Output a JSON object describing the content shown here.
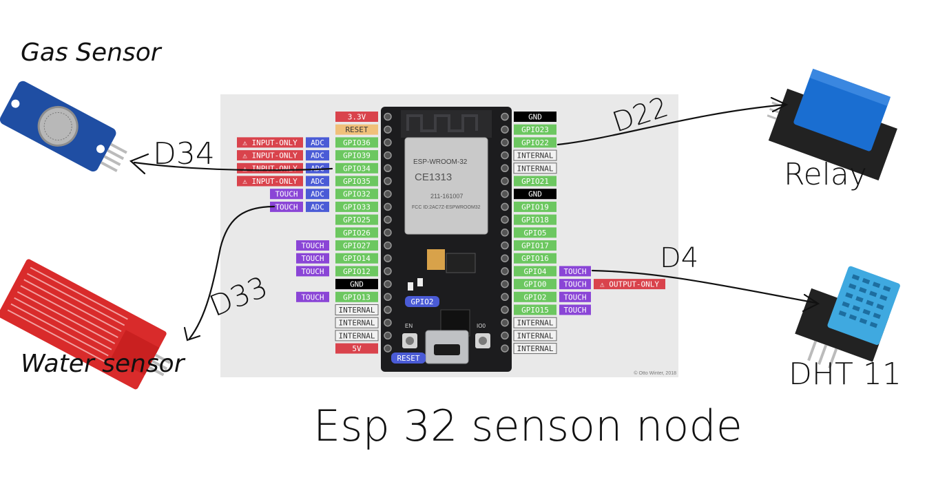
{
  "title": "Esp 32 senson node",
  "credit": "© Otto Winter, 2018",
  "module": {
    "label1": "ESP-WROOM-32",
    "label2": "CE1313",
    "label3": "211-161007",
    "label4": "FCC ID:2AC7Z-ESPWROOM32",
    "btn_gpio2": "GPIO2",
    "btn_reset": "RESET",
    "en_label": "EN",
    "boot_label": "IO0"
  },
  "left_pins": [
    {
      "name": "3.3V",
      "kind": "power",
      "tags": []
    },
    {
      "name": "RESET",
      "kind": "reset",
      "tags": []
    },
    {
      "name": "GPIO36",
      "kind": "gpio",
      "tags": [
        "INPUT-ONLY",
        "ADC"
      ]
    },
    {
      "name": "GPIO39",
      "kind": "gpio",
      "tags": [
        "INPUT-ONLY",
        "ADC"
      ]
    },
    {
      "name": "GPIO34",
      "kind": "gpio",
      "tags": [
        "INPUT-ONLY",
        "ADC"
      ]
    },
    {
      "name": "GPIO35",
      "kind": "gpio",
      "tags": [
        "INPUT-ONLY",
        "ADC"
      ]
    },
    {
      "name": "GPIO32",
      "kind": "gpio",
      "tags": [
        "TOUCH",
        "ADC"
      ]
    },
    {
      "name": "GPIO33",
      "kind": "gpio",
      "tags": [
        "TOUCH",
        "ADC"
      ]
    },
    {
      "name": "GPIO25",
      "kind": "gpio",
      "tags": []
    },
    {
      "name": "GPIO26",
      "kind": "gpio",
      "tags": []
    },
    {
      "name": "GPIO27",
      "kind": "gpio",
      "tags": [
        "TOUCH"
      ]
    },
    {
      "name": "GPIO14",
      "kind": "gpio",
      "tags": [
        "TOUCH"
      ]
    },
    {
      "name": "GPIO12",
      "kind": "gpio",
      "tags": [
        "TOUCH"
      ]
    },
    {
      "name": "GND",
      "kind": "gnd",
      "tags": []
    },
    {
      "name": "GPIO13",
      "kind": "gpio",
      "tags": [
        "TOUCH"
      ]
    },
    {
      "name": "INTERNAL",
      "kind": "internal",
      "tags": []
    },
    {
      "name": "INTERNAL",
      "kind": "internal",
      "tags": []
    },
    {
      "name": "INTERNAL",
      "kind": "internal",
      "tags": []
    },
    {
      "name": "5V",
      "kind": "power",
      "tags": []
    }
  ],
  "right_pins": [
    {
      "name": "GND",
      "kind": "gnd",
      "tags": []
    },
    {
      "name": "GPIO23",
      "kind": "gpio",
      "tags": []
    },
    {
      "name": "GPIO22",
      "kind": "gpio",
      "tags": []
    },
    {
      "name": "INTERNAL",
      "kind": "internal",
      "tags": []
    },
    {
      "name": "INTERNAL",
      "kind": "internal",
      "tags": []
    },
    {
      "name": "GPIO21",
      "kind": "gpio",
      "tags": []
    },
    {
      "name": "GND",
      "kind": "gnd",
      "tags": []
    },
    {
      "name": "GPIO19",
      "kind": "gpio",
      "tags": []
    },
    {
      "name": "GPIO18",
      "kind": "gpio",
      "tags": []
    },
    {
      "name": "GPIO5",
      "kind": "gpio",
      "tags": []
    },
    {
      "name": "GPIO17",
      "kind": "gpio",
      "tags": []
    },
    {
      "name": "GPIO16",
      "kind": "gpio",
      "tags": []
    },
    {
      "name": "GPIO4",
      "kind": "gpio",
      "tags": [
        "TOUCH"
      ]
    },
    {
      "name": "GPIO0",
      "kind": "gpio",
      "tags": [
        "TOUCH",
        "OUTPUT-ONLY"
      ]
    },
    {
      "name": "GPIO2",
      "kind": "gpio",
      "tags": [
        "TOUCH"
      ]
    },
    {
      "name": "GPIO15",
      "kind": "gpio",
      "tags": [
        "TOUCH"
      ]
    },
    {
      "name": "INTERNAL",
      "kind": "internal",
      "tags": []
    },
    {
      "name": "INTERNAL",
      "kind": "internal",
      "tags": []
    },
    {
      "name": "INTERNAL",
      "kind": "internal",
      "tags": []
    }
  ],
  "tag_colors": {
    "INPUT-ONLY": "#d9434c",
    "OUTPUT-ONLY": "#d9434c",
    "ADC": "#4a5bd6",
    "TOUCH": "#8a45d6"
  },
  "pin_colors": {
    "gpio": "#6cc760",
    "power": "#d9434c",
    "reset": "#f0c07a",
    "gnd": "#000000",
    "internal": "#f2f2f2"
  },
  "sensors": {
    "gas": {
      "label": "Gas Sensor",
      "wire": "D34"
    },
    "water": {
      "label": "Water sensor",
      "wire": "D33"
    },
    "relay": {
      "label": "Relay",
      "wire": "D22"
    },
    "dht": {
      "label": "DHT 11",
      "wire": "D4"
    }
  }
}
